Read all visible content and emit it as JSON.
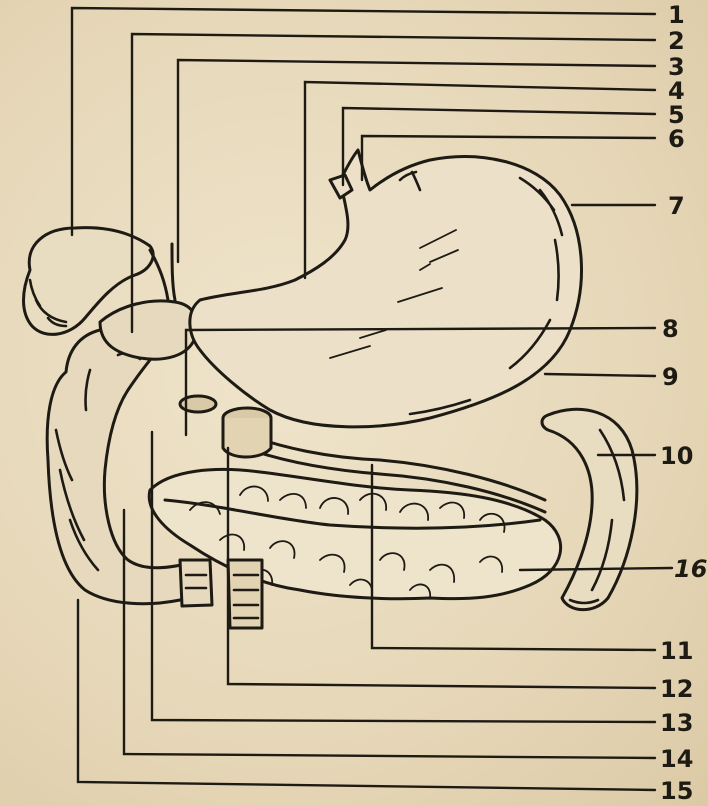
{
  "labels": [
    {
      "number": "1"
    },
    {
      "number": "2"
    },
    {
      "number": "3"
    },
    {
      "number": "4"
    },
    {
      "number": "5"
    },
    {
      "number": "6"
    },
    {
      "number": "7"
    },
    {
      "number": "8"
    },
    {
      "number": "9"
    },
    {
      "number": "10"
    },
    {
      "number": "11"
    },
    {
      "number": "12"
    },
    {
      "number": "13"
    },
    {
      "number": "14"
    },
    {
      "number": "15"
    },
    {
      "number": "16"
    }
  ],
  "colors": {
    "ink": "#1e1a14",
    "paper": "#e9dcc0"
  }
}
